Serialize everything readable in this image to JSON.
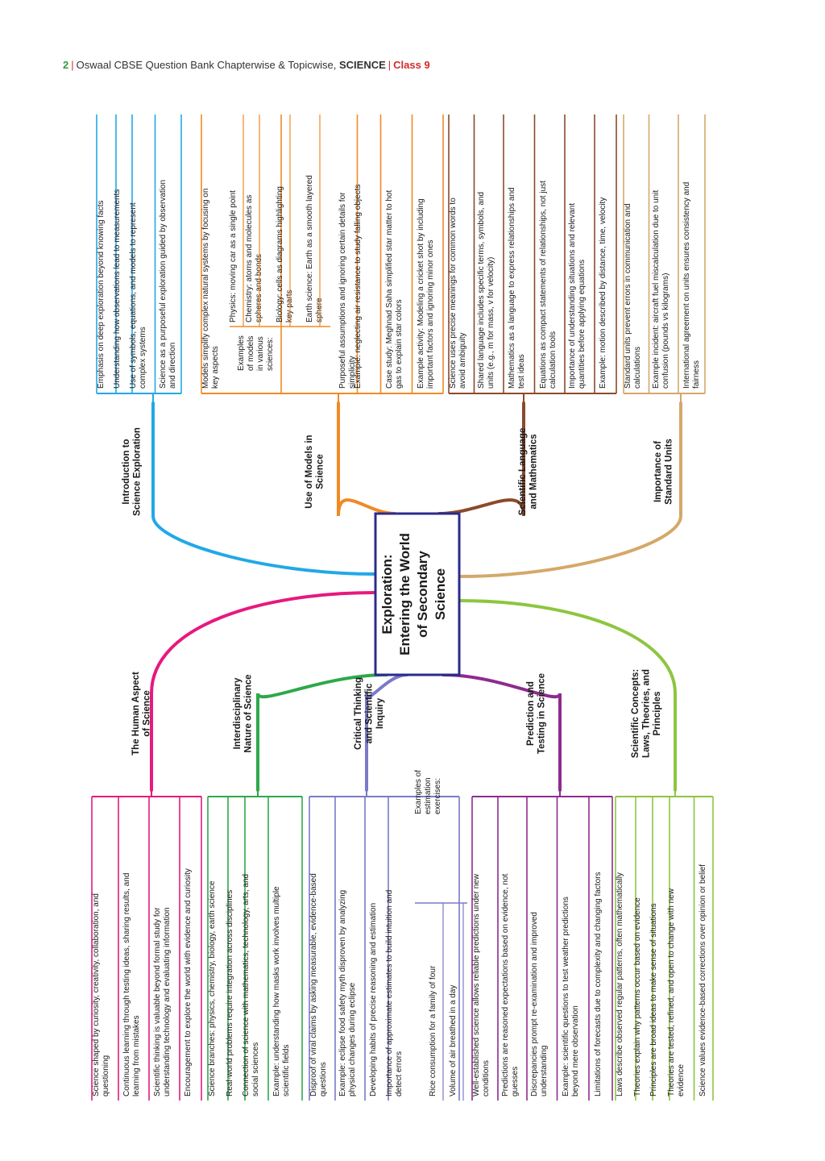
{
  "header": {
    "page_number": "2",
    "book_title": "Oswaal CBSE Question Bank Chapterwise & Topicwise, ",
    "subject": "SCIENCE",
    "class_label": "Class 9"
  },
  "center": {
    "line1": "Exploration:",
    "line2": "Entering the World",
    "line3": "of Secondary",
    "line4": "Science"
  },
  "colors": {
    "intro": "#22a8e6",
    "models": "#f08a24",
    "language": "#8b4a2b",
    "units": "#d4a86a",
    "human": "#e6197e",
    "interdisciplinary": "#2ea84a",
    "critical": "#7a7ac8",
    "prediction": "#8e2b8e",
    "concepts": "#8cc63f",
    "border": "#2b2b8c"
  },
  "branches": {
    "intro": {
      "label": [
        "Introduction to",
        "Science Exploration"
      ],
      "leaves": [
        [
          "Emphasis on deep exploration beyond knowing facts"
        ],
        [
          "Understanding how observations lead to measurements"
        ],
        [
          "Use of symbols, equations, and models to represent",
          "complex systems"
        ],
        [
          "Science as a purposeful exploration guided by observation",
          "and direction"
        ]
      ]
    },
    "models": {
      "label": [
        "Use of Models in",
        "Science"
      ],
      "leaves": [
        [
          "Models simplify complex natural systems by focusing on",
          "key aspects"
        ],
        [
          "Purposeful assumptions and ignoring certain details for",
          "simplicity"
        ],
        [
          "Example: neglecting air resistance to study falling objects"
        ],
        [
          "Case study: Meghnad Saha simplified star matter to hot",
          "gas to explain star colors"
        ],
        [
          "Example activity: Modeling a cricket shot by including",
          "important factors and ignoring minor ones"
        ]
      ],
      "sub_label": [
        "Examples",
        "of models",
        "in various",
        "sciences:"
      ],
      "sub_leaves": [
        [
          "Physics: moving car as a single point"
        ],
        [
          "Chemistry: atoms and molecules as",
          "spheres and bonds"
        ],
        [
          "Biology: cells as diagrams highlighting",
          "key parts"
        ],
        [
          "Earth science: Earth as a smooth layered",
          "sphere"
        ]
      ]
    },
    "language": {
      "label": [
        "Scientific Language",
        "and Mathematics"
      ],
      "leaves": [
        [
          "Science uses precise meanings for common words to",
          "avoid ambiguity"
        ],
        [
          "Shared language includes specific terms, symbols, and",
          "units (e.g., m for mass, v for velocity)"
        ],
        [
          "Mathematics as a language to express relationships and",
          "test ideas"
        ],
        [
          "Equations as compact statements of relationships, not just",
          "calculation tools"
        ],
        [
          "Importance of understanding situations and relevant",
          "quantities before applying equations"
        ],
        [
          "Example: motion described by distance, time, velocity"
        ]
      ]
    },
    "units": {
      "label": [
        "Importance of",
        "Standard Units"
      ],
      "leaves": [
        [
          "Standard units prevent errors in communication and",
          "calculations"
        ],
        [
          "Example incident: aircraft fuel miscalculation due to unit",
          "confusion (pounds vs kilograms)"
        ],
        [
          "International agreement on units ensures consistency and",
          "fairness"
        ]
      ]
    },
    "human": {
      "label": [
        "The Human Aspect",
        "of Science"
      ],
      "leaves": [
        [
          "Science shaped by curiosity, creativity, collaboration, and",
          "questioning"
        ],
        [
          "Continuous learning through testing ideas, sharing results, and",
          "learning from mistakes"
        ],
        [
          "Scientific thinking is valuable beyond formal study for",
          "understanding technology and evaluating information"
        ],
        [
          "Encouragement to explore the world with evidence and curiosity"
        ]
      ]
    },
    "interdisciplinary": {
      "label": [
        "Interdisciplinary",
        "Nature of Science"
      ],
      "leaves": [
        [
          "Science branches: physics, chemistry, biology, earth science"
        ],
        [
          "Real-world problems require integration across disciplines"
        ],
        [
          "Connection of science with mathematics, technology, arts, and",
          "social sciences"
        ],
        [
          "Example: understanding how masks work involves multiple",
          "scientific fields"
        ]
      ]
    },
    "critical": {
      "label": [
        "Critical Thinking",
        "and Scientific",
        "Inquiry"
      ],
      "leaves": [
        [
          "Disproof of viral claims by asking measurable, evidence-based",
          "questions"
        ],
        [
          "Example: eclipse food safety myth disproven by analyzing",
          "physical changes during eclipse"
        ],
        [
          "Developing habits of precise reasoning and estimation"
        ],
        [
          "Importance of approximate estimates to build intuition and",
          "detect errors"
        ]
      ],
      "sub_label": [
        "Examples of",
        "estimation",
        "exercises:"
      ],
      "sub_leaves": [
        [
          "Rice consumption for a family of four"
        ],
        [
          "Volume of air breathed in a day"
        ]
      ]
    },
    "prediction": {
      "label": [
        "Prediction and",
        "Testing in Science"
      ],
      "leaves": [
        [
          "Well-established science allows reliable predictions under new",
          "conditions"
        ],
        [
          "Predictions are reasoned expectations based on evidence, not",
          "guesses"
        ],
        [
          "Discrepancies prompt re-examination and improved",
          "understanding"
        ],
        [
          "Example: scientific questions to test weather predictions",
          "beyond mere observation"
        ],
        [
          "Limitations of forecasts due to complexity and changing factors"
        ]
      ]
    },
    "concepts": {
      "label": [
        "Scientific Concepts:",
        "Laws, Theories, and",
        "Principles"
      ],
      "leaves": [
        [
          "Laws describe observed regular patterns, often mathematically"
        ],
        [
          "Theories explain why patterns occur based on evidence"
        ],
        [
          "Principles are broad ideas to make sense of situations"
        ],
        [
          "Theories are tested, refined, and open to change with new",
          "evidence"
        ],
        [
          "Science values evidence-based corrections over opinion or belief"
        ]
      ]
    }
  }
}
